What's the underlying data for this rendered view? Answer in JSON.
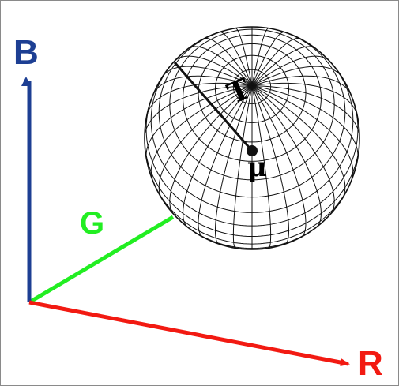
{
  "diagram": {
    "axes": {
      "r": {
        "label": "R",
        "color": "#f21a12"
      },
      "g": {
        "label": "G",
        "color": "#22ee22"
      },
      "b": {
        "label": "B",
        "color": "#1d3f93"
      }
    },
    "sphere": {
      "center_label": "μ",
      "radius_label": "T",
      "line_color": "#111111"
    }
  }
}
